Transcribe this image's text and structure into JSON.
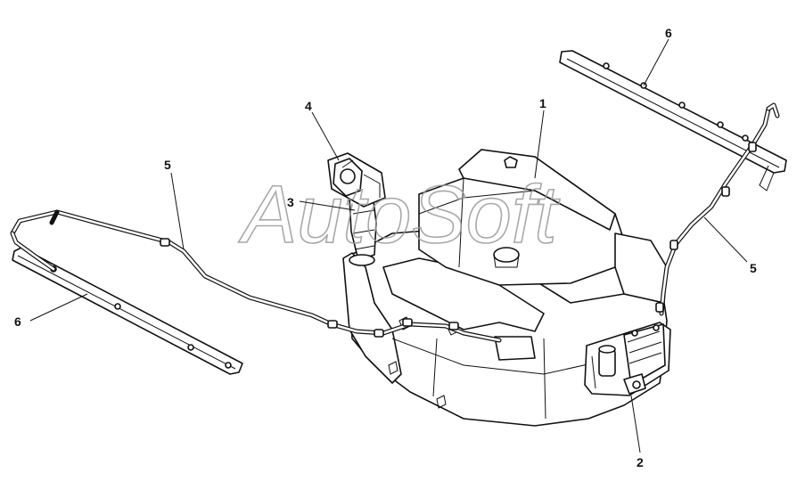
{
  "diagram": {
    "watermark": "AutoSoft",
    "callouts": [
      {
        "id": "c1a",
        "label": "1"
      },
      {
        "id": "c2a",
        "label": "2"
      },
      {
        "id": "c3a",
        "label": "3"
      },
      {
        "id": "c4a",
        "label": "4"
      },
      {
        "id": "c5a",
        "label": "5"
      },
      {
        "id": "c5b",
        "label": "5"
      },
      {
        "id": "c6a",
        "label": "6"
      },
      {
        "id": "c6b",
        "label": "6"
      }
    ]
  }
}
